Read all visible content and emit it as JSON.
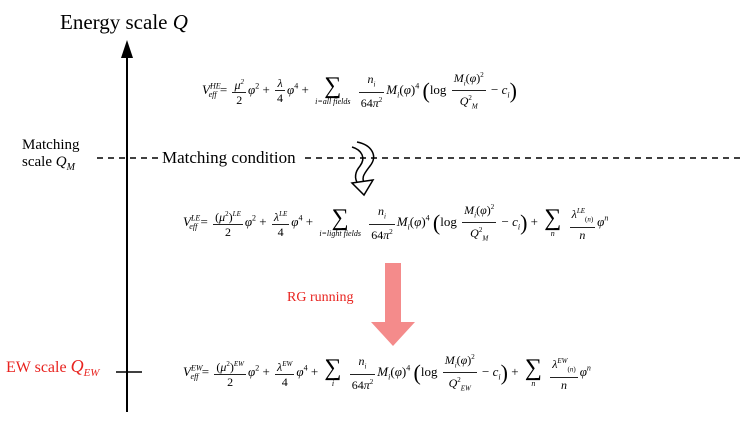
{
  "title": "Energy scale Q",
  "axis": {
    "title_prefix": "Energy scale ",
    "title_var": "Q"
  },
  "matching": {
    "label_line1": "Matching",
    "label_line2": "scale ",
    "label_var": "Q",
    "label_sub": "M",
    "condition": "Matching condition"
  },
  "ew": {
    "label_prefix": "EW scale ",
    "label_var": "Q",
    "label_sub": "EW"
  },
  "rg_running": "RG running",
  "colors": {
    "red": "#e8231f",
    "arrow_pink": "#f48b8b"
  },
  "equations": {
    "he_sum_under": "i=all fields",
    "le_sum_under": "i=light fields",
    "ew_sum_under": "i",
    "n_under": "n"
  }
}
